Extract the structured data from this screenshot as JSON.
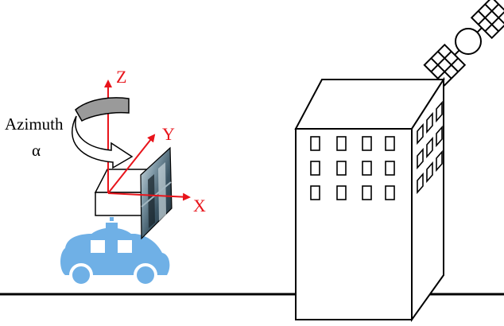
{
  "labels": {
    "z_axis": "Z",
    "y_axis": "Y",
    "x_axis": "X",
    "azimuth": "Azimuth",
    "alpha": "α"
  },
  "colors": {
    "axes": "#e8141b",
    "car": "#6fb0e6",
    "building_stroke": "#000000",
    "background": "#ffffff"
  },
  "icons": [
    "satellite-icon",
    "camera-box-icon",
    "car-icon",
    "building-icon",
    "azimuth-arrow-icon"
  ]
}
